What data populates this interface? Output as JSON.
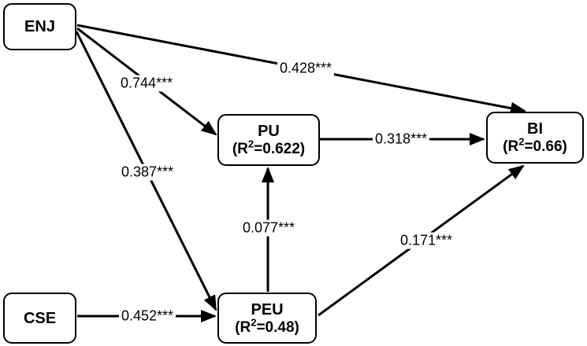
{
  "diagram": {
    "nodes": {
      "enj": {
        "label": "ENJ"
      },
      "cse": {
        "label": "CSE"
      },
      "pu": {
        "label": "PU",
        "r2_prefix": "(R",
        "r2_sup": "2",
        "r2_suffix": "=0.622)"
      },
      "peu": {
        "label": "PEU",
        "r2_prefix": "(R",
        "r2_sup": "2",
        "r2_suffix": "=0.48)"
      },
      "bi": {
        "label": "BI",
        "r2_prefix": "(R",
        "r2_sup": "2",
        "r2_suffix": "=0.66)"
      }
    },
    "edges": {
      "enj_pu": {
        "from": "ENJ",
        "to": "PU",
        "label": "0.744***"
      },
      "enj_bi": {
        "from": "ENJ",
        "to": "BI",
        "label": "0.428***"
      },
      "enj_peu": {
        "from": "ENJ",
        "to": "PEU",
        "label": "0.387***"
      },
      "cse_peu": {
        "from": "CSE",
        "to": "PEU",
        "label": "0.452***"
      },
      "peu_pu": {
        "from": "PEU",
        "to": "PU",
        "label": "0.077***"
      },
      "pu_bi": {
        "from": "PU",
        "to": "BI",
        "label": "0.318***"
      },
      "peu_bi": {
        "from": "PEU",
        "to": "BI",
        "label": "0.171***"
      }
    },
    "colors": {
      "background": "#ffffff",
      "line": "#000000",
      "box_border": "#000000",
      "box_fill": "#ffffff",
      "text": "#000000"
    }
  }
}
